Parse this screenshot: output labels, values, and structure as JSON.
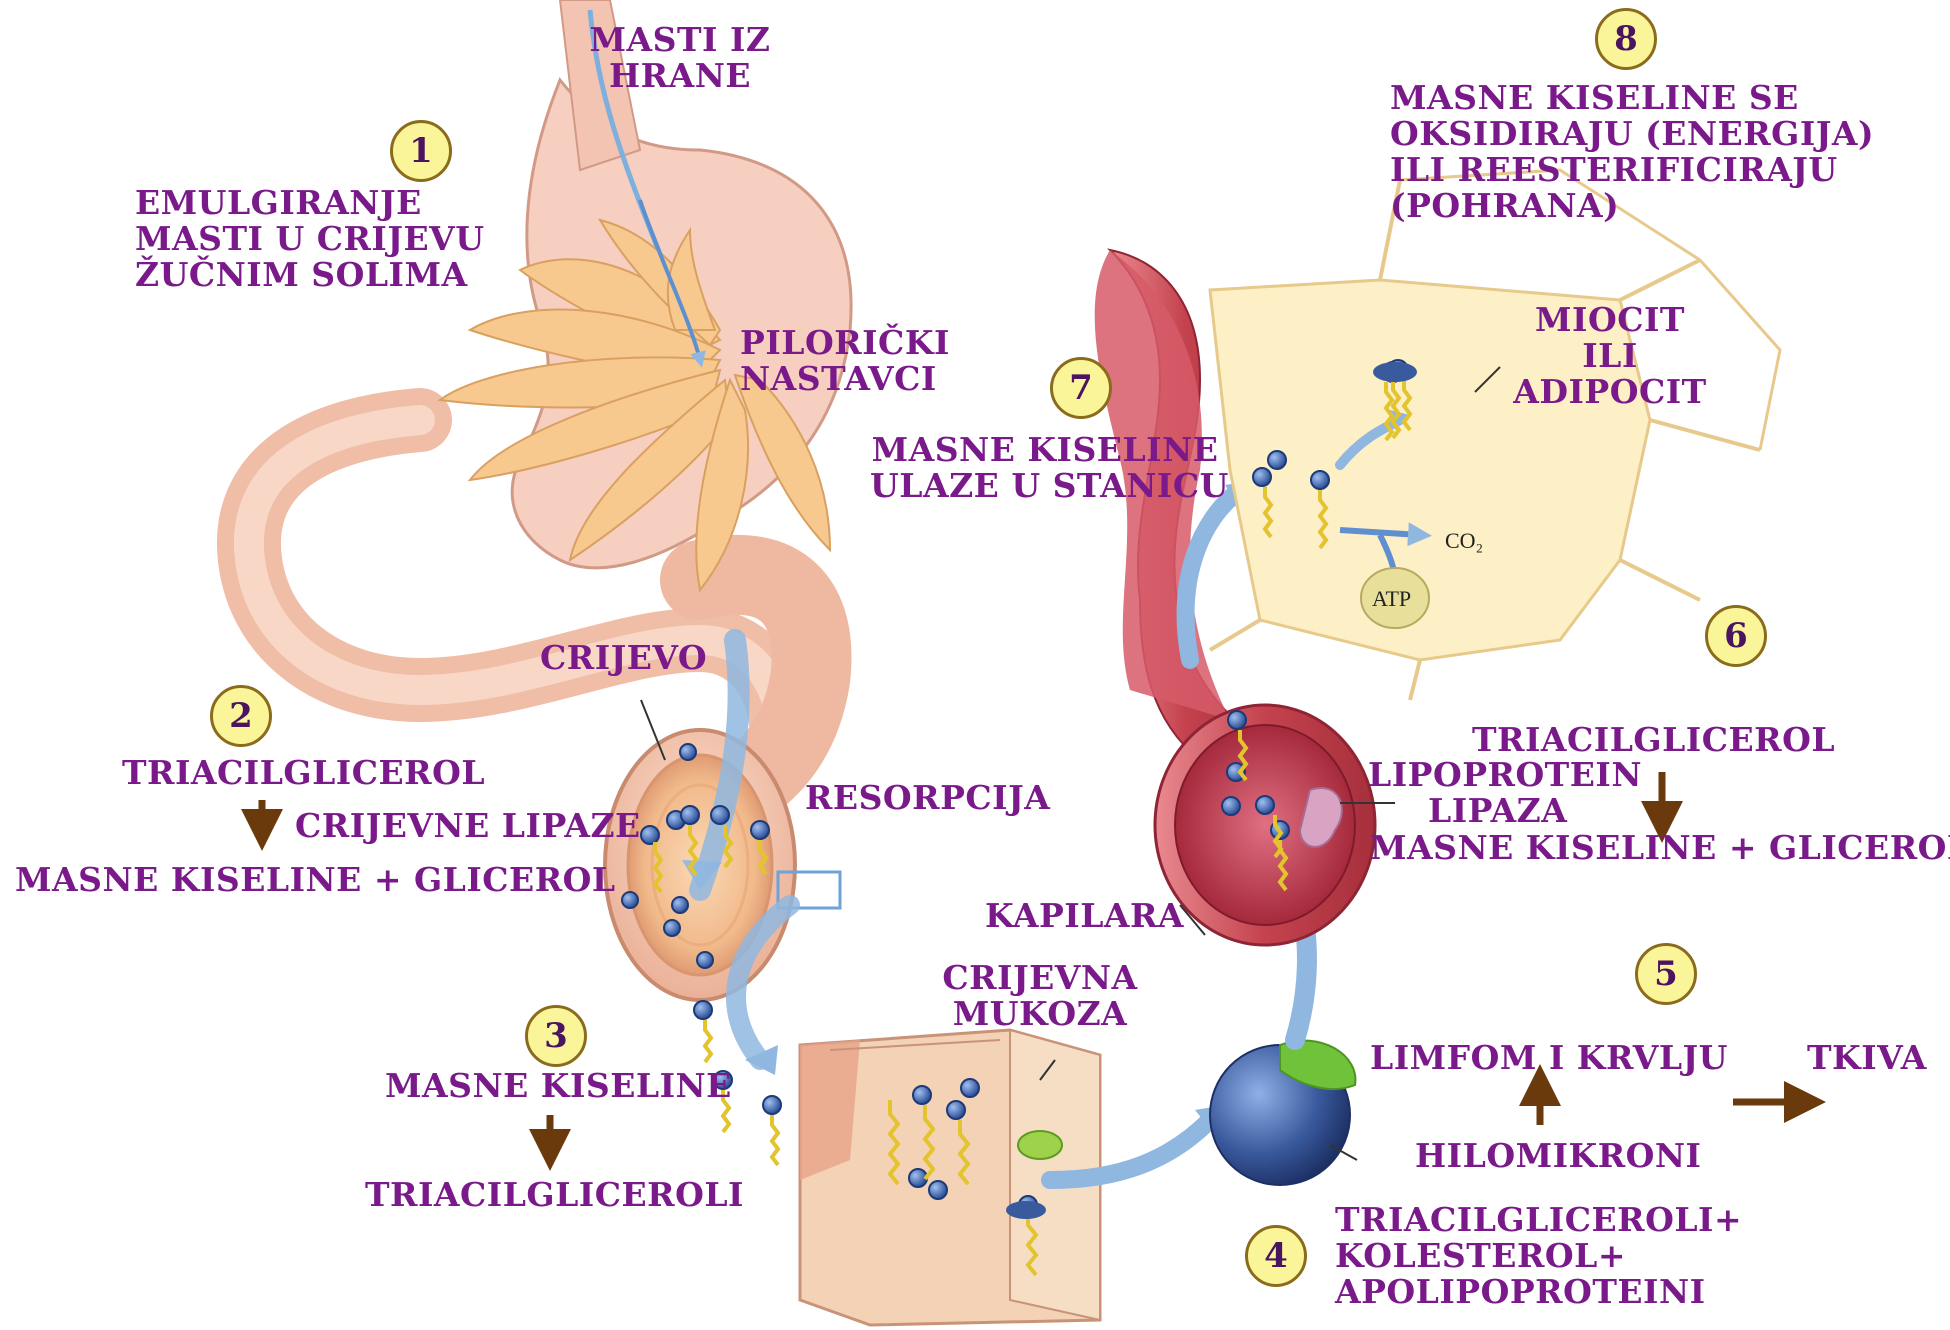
{
  "steps": {
    "1": {
      "number": "1",
      "text": [
        "EMULGIRANJE",
        "MASTI  U  CRIJEVU",
        "ŽUČNIM SOLIMA"
      ]
    },
    "2": {
      "number": "2",
      "top": "TRIACILGLICEROL",
      "enzyme": "CRIJEVNE LIPAZE",
      "bottom": "MASNE KISELINE + GLICEROL"
    },
    "3": {
      "number": "3",
      "top": "MASNE KISELINE",
      "bottom": "TRIACILGLICEROLI"
    },
    "4": {
      "number": "4",
      "text": [
        "TRIACILGLICEROLI+",
        "KOLESTEROL+",
        "APOLIPOPROTEINI"
      ]
    },
    "5": {
      "number": "5",
      "transport": "LIMFOM I KRVLJU",
      "target": "TKIVA",
      "source": "HILOMIKRONI"
    },
    "6": {
      "number": "6",
      "top": "TRIACILGLICEROL",
      "enzyme": [
        "LIPOPROTEIN",
        "LIPAZA"
      ],
      "bottom": "MASNE KISELINE + GLICEROL"
    },
    "7": {
      "number": "7",
      "text": [
        "MASNE KISELINE",
        "ULAZE U STANICU"
      ]
    },
    "8": {
      "number": "8",
      "text": [
        "MASNE KISELINE SE",
        "OKSIDIRAJU (ENERGIJA)",
        "ILI REESTERIFICIRAJU",
        "(POHRANA)"
      ]
    }
  },
  "labels": {
    "food_fat": [
      "MASTI IZ",
      "HRANE"
    ],
    "pyloric": [
      "PILORIČKI",
      "NASTAVCI"
    ],
    "intestine": "CRIJEVO",
    "resorption": "RESORPCIJA",
    "mucosa": [
      "CRIJEVNA",
      "MUKOZA"
    ],
    "capillary": "KAPILARA",
    "cell": [
      "MIOCIT",
      "ILI",
      "ADIPOCIT"
    ],
    "co2": "CO₂",
    "atp": "ATP"
  },
  "colors": {
    "label": "#7a1a8a",
    "badge_fill": "#fbf59a",
    "badge_border": "#8b6b1c",
    "arrow_brown": "#6b3a0c",
    "flow_arrow": "#8fb7e0",
    "pyloric": "#f7c98f",
    "gut": "#f2c1a6",
    "capillary": "#c4424e",
    "cell": "#fdf0c6",
    "chylomicron": "#3a5a9e",
    "apoprotein": "#6fc23a"
  }
}
